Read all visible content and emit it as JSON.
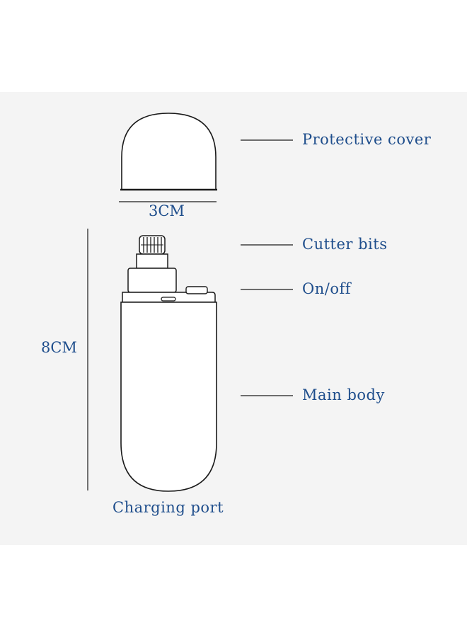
{
  "dimensions": {
    "width_label": "3CM",
    "height_label": "8CM"
  },
  "callouts": {
    "protective_cover": "Protective cover",
    "cutter_bits": "Cutter bits",
    "on_off": "On/off",
    "main_body": "Main body",
    "charging_port": "Charging port"
  },
  "colors": {
    "label_text": "#1f4e8c",
    "outline": "#1a1a1a",
    "panel_background": "#f4f4f4",
    "page_background": "#ffffff"
  }
}
